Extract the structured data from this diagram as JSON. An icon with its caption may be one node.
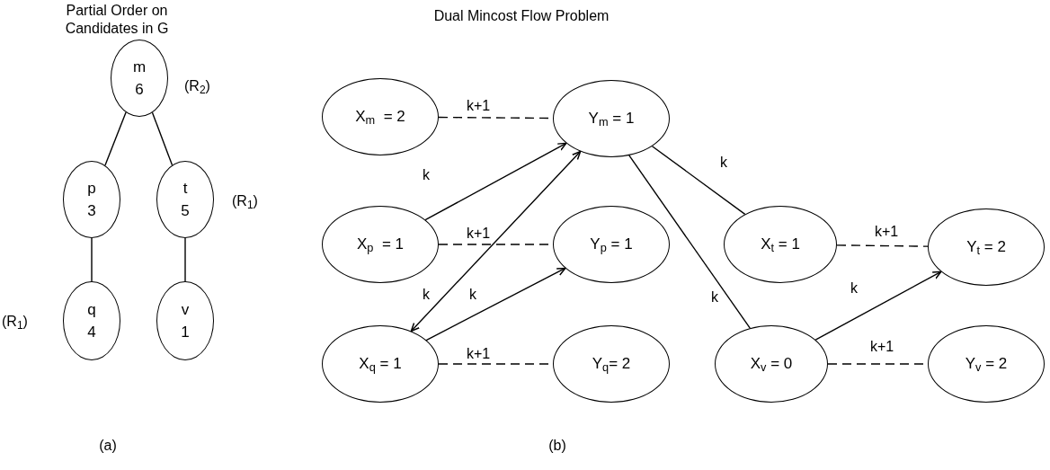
{
  "diagram": {
    "nodes": [
      {
        "text": [
          "m",
          "6"
        ],
        "beside": [
          "(R$_{2}$)"
        ]
      },
      {
        "text": [
          "p",
          "3"
        ]
      },
      {
        "text": [
          "t",
          "5"
        ],
        "beside": [
          "(R$_{1}$)"
        ]
      },
      {
        "text": [
          "q",
          "4"
        ],
        "beside": [
          "(R$_{1}$)"
        ]
      },
      {
        "text": [
          "v",
          "1"
        ]
      },
      {
        "text": [
          "X$_{m}$  = 2"
        ]
      },
      {
        "text": [
          "Y$_{m}$ = 1"
        ]
      },
      {
        "text": [
          "X$_{p}$  = 1"
        ]
      },
      {
        "text": [
          "Y$_{p}$ = 1"
        ]
      },
      {
        "text": [
          "X$_{t}$ = 1"
        ]
      },
      {
        "text": [
          "Y$_{t}$ = 2"
        ]
      },
      {
        "text": [
          "X$_{q}$ = 1"
        ]
      },
      {
        "text": [
          "Y$_{q}$= 2"
        ]
      },
      {
        "text": [
          "X$_{v}$ = 0"
        ]
      },
      {
        "text": [
          "Y$_{v}$ = 2"
        ]
      }
    ],
    "edges": [
      {
        "from": 0,
        "to": 1,
        "arrow": "none"
      },
      {
        "from": 0,
        "to": 2,
        "arrow": "none"
      },
      {
        "from": 1,
        "to": 3,
        "arrow": "none"
      },
      {
        "from": 2,
        "to": 4,
        "arrow": "none"
      },
      {
        "from": 5,
        "to": 6,
        "arrow": "none",
        "label": "k+1",
        "style": "dashed"
      },
      {
        "from": 7,
        "to": 6,
        "arrow": "to",
        "label": "k"
      },
      {
        "from": 11,
        "to": 6,
        "arrow": "both",
        "label": "k"
      },
      {
        "from": 7,
        "to": 8,
        "arrow": "none",
        "label": "k+1",
        "style": "dashed"
      },
      {
        "from": 11,
        "to": 8,
        "arrow": "to",
        "label": "k"
      },
      {
        "from": 11,
        "to": 12,
        "arrow": "none",
        "label": "k+1",
        "style": "dashed"
      },
      {
        "from": 6,
        "to": 9,
        "arrow": "none",
        "label": "k"
      },
      {
        "from": 6,
        "to": 13,
        "arrow": "none",
        "label": "k"
      },
      {
        "from": 9,
        "to": 10,
        "arrow": "none",
        "label": "k+1",
        "style": "dashed"
      },
      {
        "from": 13,
        "to": 10,
        "arrow": "to",
        "label": "k"
      },
      {
        "from": 13,
        "to": 14,
        "arrow": "none",
        "label": "k+1",
        "style": "dashed"
      }
    ],
    "labels": [
      "Partial Order on Candidates in G",
      "Dual Mincost Flow Problem",
      "(a)",
      "(b)"
    ]
  }
}
